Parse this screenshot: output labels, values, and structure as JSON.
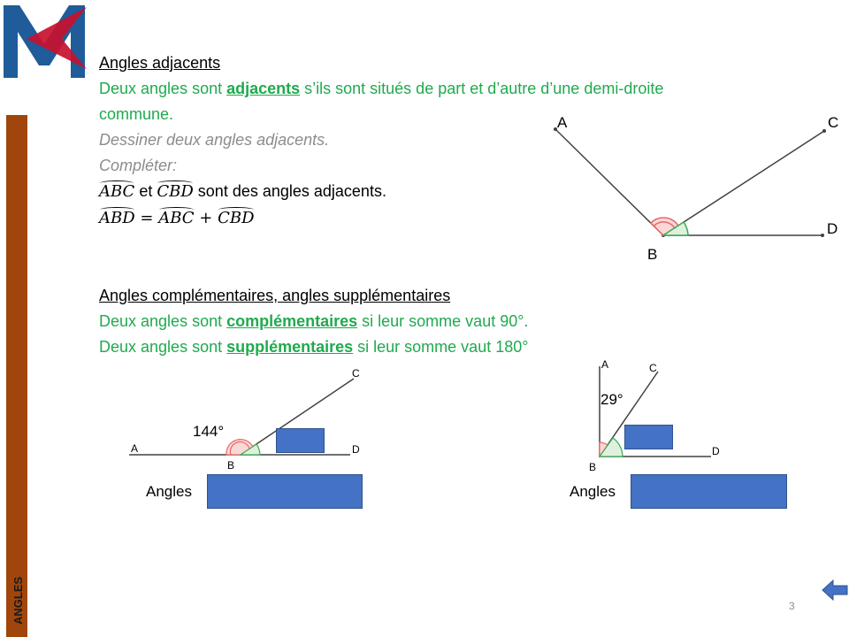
{
  "section1": {
    "heading": "Angles adjacents",
    "def_prefix": "Deux angles sont ",
    "def_keyword": "adjacents",
    "def_suffix": " s’ils sont situés de part et d’autre d’une demi-droite",
    "def_line2": "commune.",
    "instruction1": "Dessiner deux angles adjacents.",
    "instruction2": "Compléter:",
    "math": {
      "abc": "ABC",
      "cbd": "CBD",
      "abd": "ABD",
      "et": " et ",
      "sentence": " sont des angles adjacents.",
      "equals": " = ",
      "plus": " + "
    },
    "diagram": {
      "A": "A",
      "B": "B",
      "C": "C",
      "D": "D"
    }
  },
  "section2": {
    "heading": "Angles complémentaires,  angles supplémentaires",
    "line1_prefix": "Deux angles sont ",
    "line1_keyword": "complémentaires",
    "line1_suffix": " si leur somme vaut 90°.",
    "line2_prefix": "Deux angles sont ",
    "line2_keyword": "supplémentaires",
    "line2_suffix": " si leur somme vaut 180°"
  },
  "fig_left": {
    "angle": "144°",
    "A": "A",
    "B": "B",
    "C": "C",
    "D": "D",
    "angles_label": "Angles"
  },
  "fig_right": {
    "angle": "29°",
    "A": "A",
    "B": "B",
    "C": "C",
    "D": "D",
    "angles_label": "Angles"
  },
  "sidebar_label": "ANGLES",
  "page_number": "3",
  "colors": {
    "green": "#1faa4e",
    "sidebar": "#a0460c",
    "box": "#4472c4",
    "logo_blue": "#1f5c99",
    "logo_red": "#c8102e"
  }
}
